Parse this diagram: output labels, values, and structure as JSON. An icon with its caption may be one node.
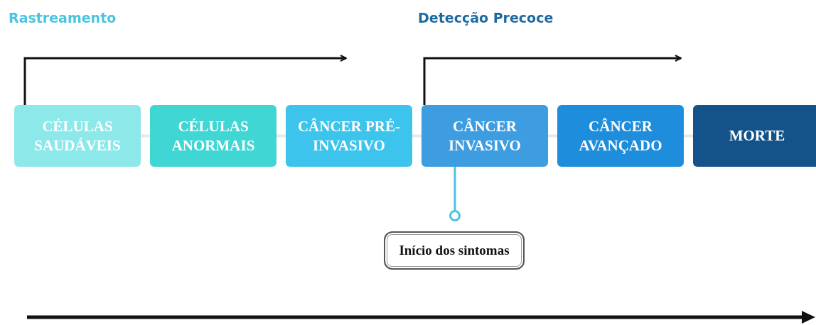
{
  "diagram": {
    "nodes": [
      {
        "text": [
          "CÉLULAS SAUDÁVEIS"
        ]
      },
      {
        "text": [
          "CÉLULAS ANORMAIS"
        ]
      },
      {
        "text": [
          "CÂNCER PRÉ-INVASIVO"
        ]
      },
      {
        "text": [
          "CÂNCER INVASIVO"
        ]
      },
      {
        "text": [
          "CÂNCER AVANÇADO"
        ]
      },
      {
        "text": [
          "MORTE"
        ]
      },
      {
        "text": [],
        "shape": "circle"
      },
      {
        "text": [
          "Início dos sintomas"
        ]
      }
    ],
    "edges": [
      {
        "from": 0,
        "to": 1,
        "arrow": "none"
      },
      {
        "from": 1,
        "to": 2,
        "arrow": "none"
      },
      {
        "from": 2,
        "to": 3,
        "arrow": "none"
      },
      {
        "from": 3,
        "to": 4,
        "arrow": "none"
      },
      {
        "from": 4,
        "to": 5,
        "arrow": "none"
      },
      {
        "from": 0,
        "to": null,
        "arrow": "to",
        "color": "#111111"
      },
      {
        "from": 3,
        "to": null,
        "arrow": "to",
        "color": "#111111"
      },
      {
        "from": 3,
        "to": 6,
        "arrow": "none",
        "color": "#4cc3e0"
      }
    ],
    "labels": [
      "Rastreamento",
      "Detecção Precoce"
    ]
  }
}
